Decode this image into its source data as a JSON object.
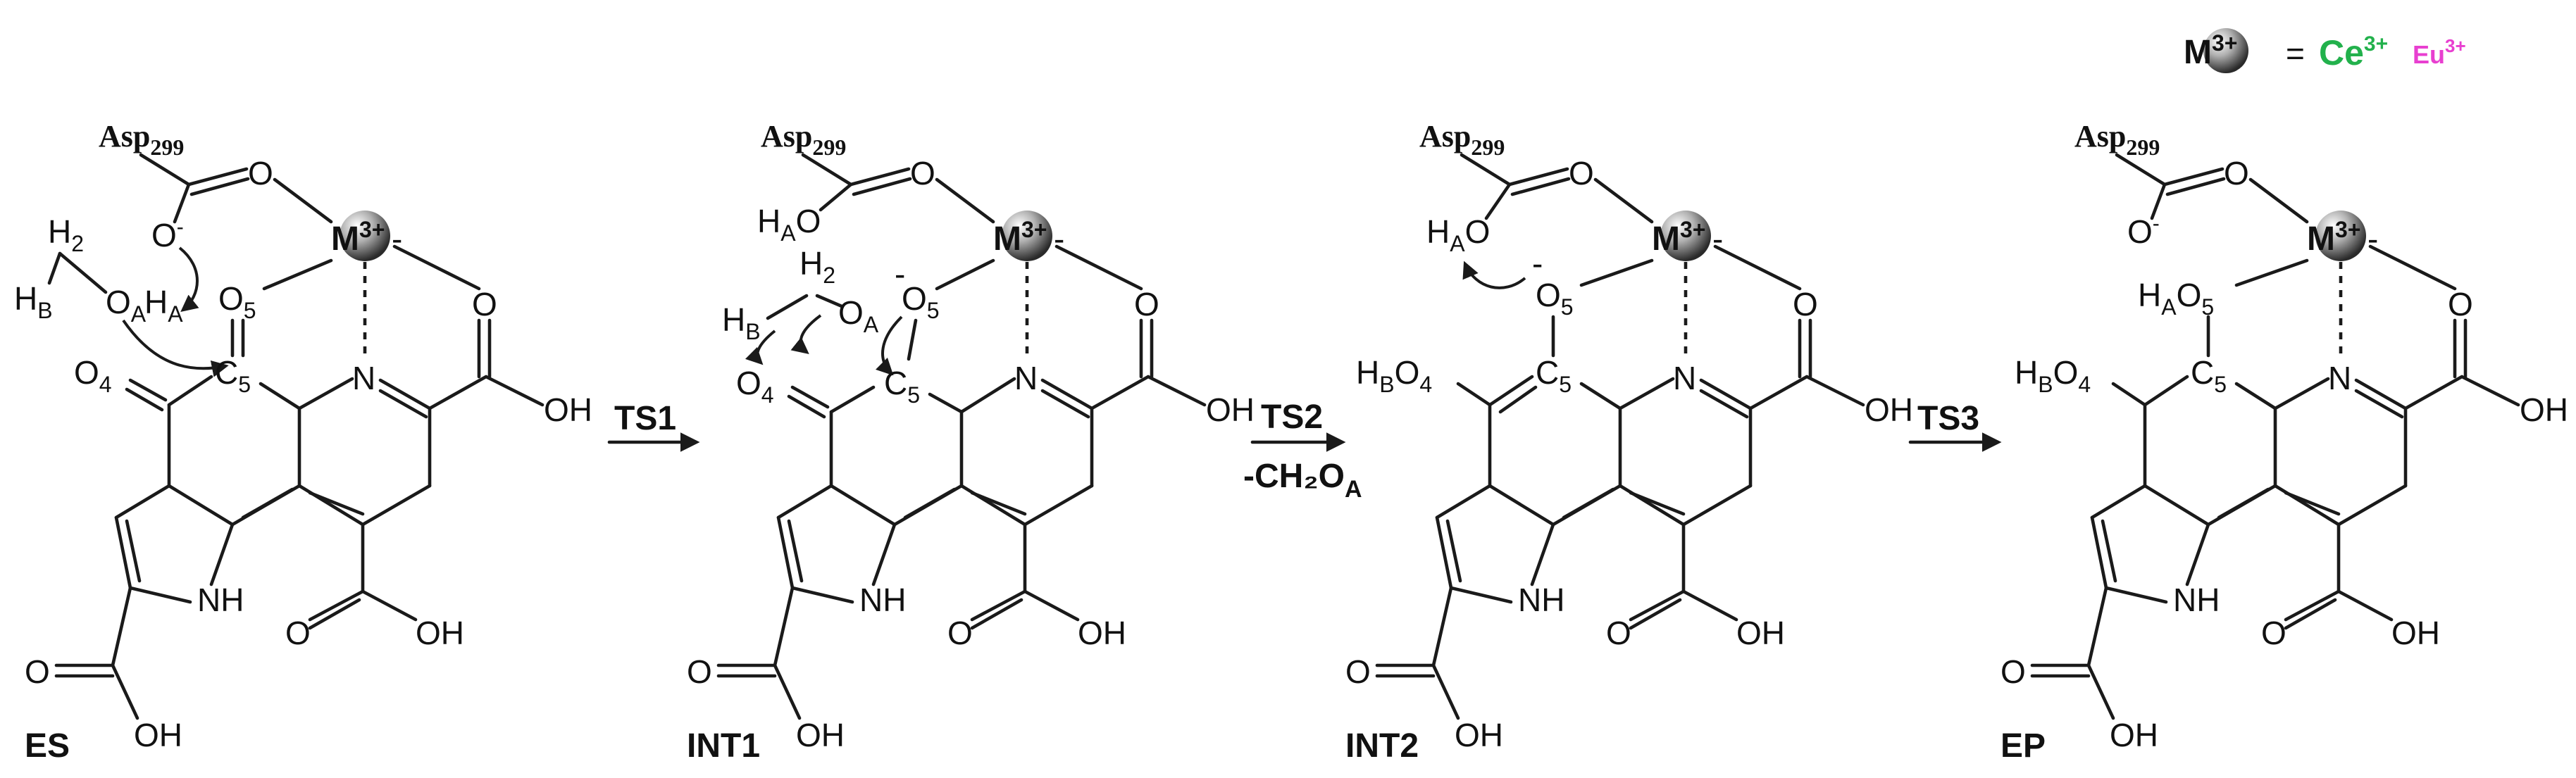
{
  "legend": {
    "metal": "M",
    "metal_charge": "3+",
    "equals": "=",
    "ce": "Ce",
    "ce_charge": "3+",
    "eu": "Eu",
    "eu_charge": "3+"
  },
  "structures": [
    {
      "label": "ES"
    },
    {
      "label": "INT1"
    },
    {
      "label": "INT2"
    },
    {
      "label": "EP"
    }
  ],
  "steps": [
    {
      "label": "TS1",
      "sub": ""
    },
    {
      "label": "TS2",
      "sub": "-CH₂O"
    },
    {
      "label": "TS3",
      "sub": ""
    }
  ],
  "atoms": {
    "asp": "Asp",
    "asp_num": "299",
    "O": "O",
    "N": "N",
    "NH": "NH",
    "OH": "OH",
    "M": "M",
    "M_charge": "3+",
    "minus": "-",
    "C5": "C",
    "n5": "5",
    "O4": "O",
    "n4": "4",
    "O5": "O",
    "OA": "O",
    "HA": "H",
    "sA": "A",
    "HB": "H",
    "sB": "B",
    "H2": "H",
    "n2": "2",
    "HB_O4": "H",
    "O_only": "O",
    "sub_A": "A"
  }
}
